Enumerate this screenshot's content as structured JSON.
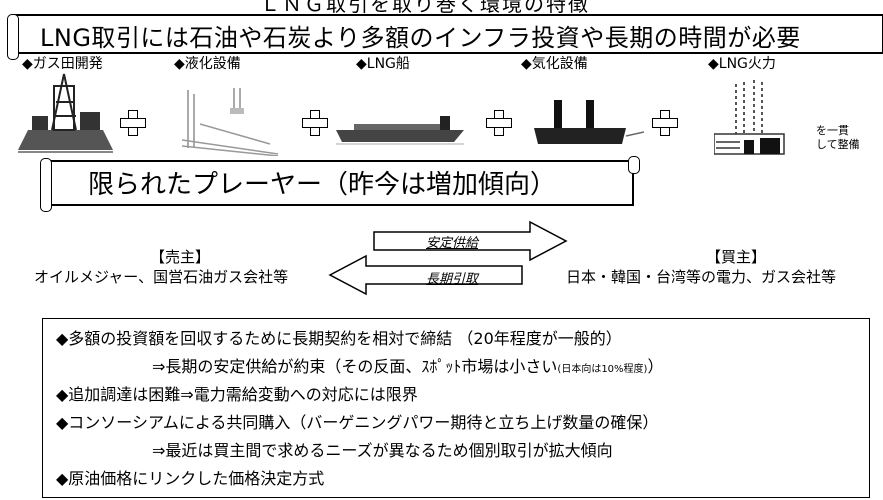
{
  "header_cut": "ＬＮＧ取引を取り巻く環境の特徴",
  "banner_title": "LNG取引には石油や石炭より多額のインフラ投資や長期の時間が必要",
  "stages": [
    "◆ガス田開発",
    "◆液化設備",
    "◆LNG船",
    "◆気化設備",
    "◆LNG火力"
  ],
  "stage_trailing_note": [
    "を一貫",
    "して整備"
  ],
  "players_title": "限られたプレーヤー（昨今は増加傾向）",
  "seller": {
    "label": "【売主】",
    "text": "オイルメジャー、国営石油ガス会社等"
  },
  "buyer": {
    "label": "【買主】",
    "text": "日本・韓国・台湾等の電力、ガス会社等"
  },
  "arrow_right_label": "安定供給",
  "arrow_left_label": "長期引取",
  "bullets": [
    {
      "text": "◆多額の投資額を回収するために長期契約を相対で締結 （20年程度が一般的）"
    },
    {
      "text": "⇒長期の安定供給が約束（その反面、ｽﾎﾟｯﾄ市場は小さい",
      "small": "(日本向は10%程度)",
      "tail": "）"
    },
    {
      "text": "◆追加調達は困難⇒電力需給変動への対応には限界"
    },
    {
      "text": "◆コンソーシアムによる共同購入（バーゲニングパワー期待と立ち上げ数量の確保）"
    },
    {
      "text": "⇒最近は買主間で求めるニーズが異なるため個別取引が拡大傾向"
    },
    {
      "text": "◆原油価格にリンクした価格決定方式"
    }
  ]
}
